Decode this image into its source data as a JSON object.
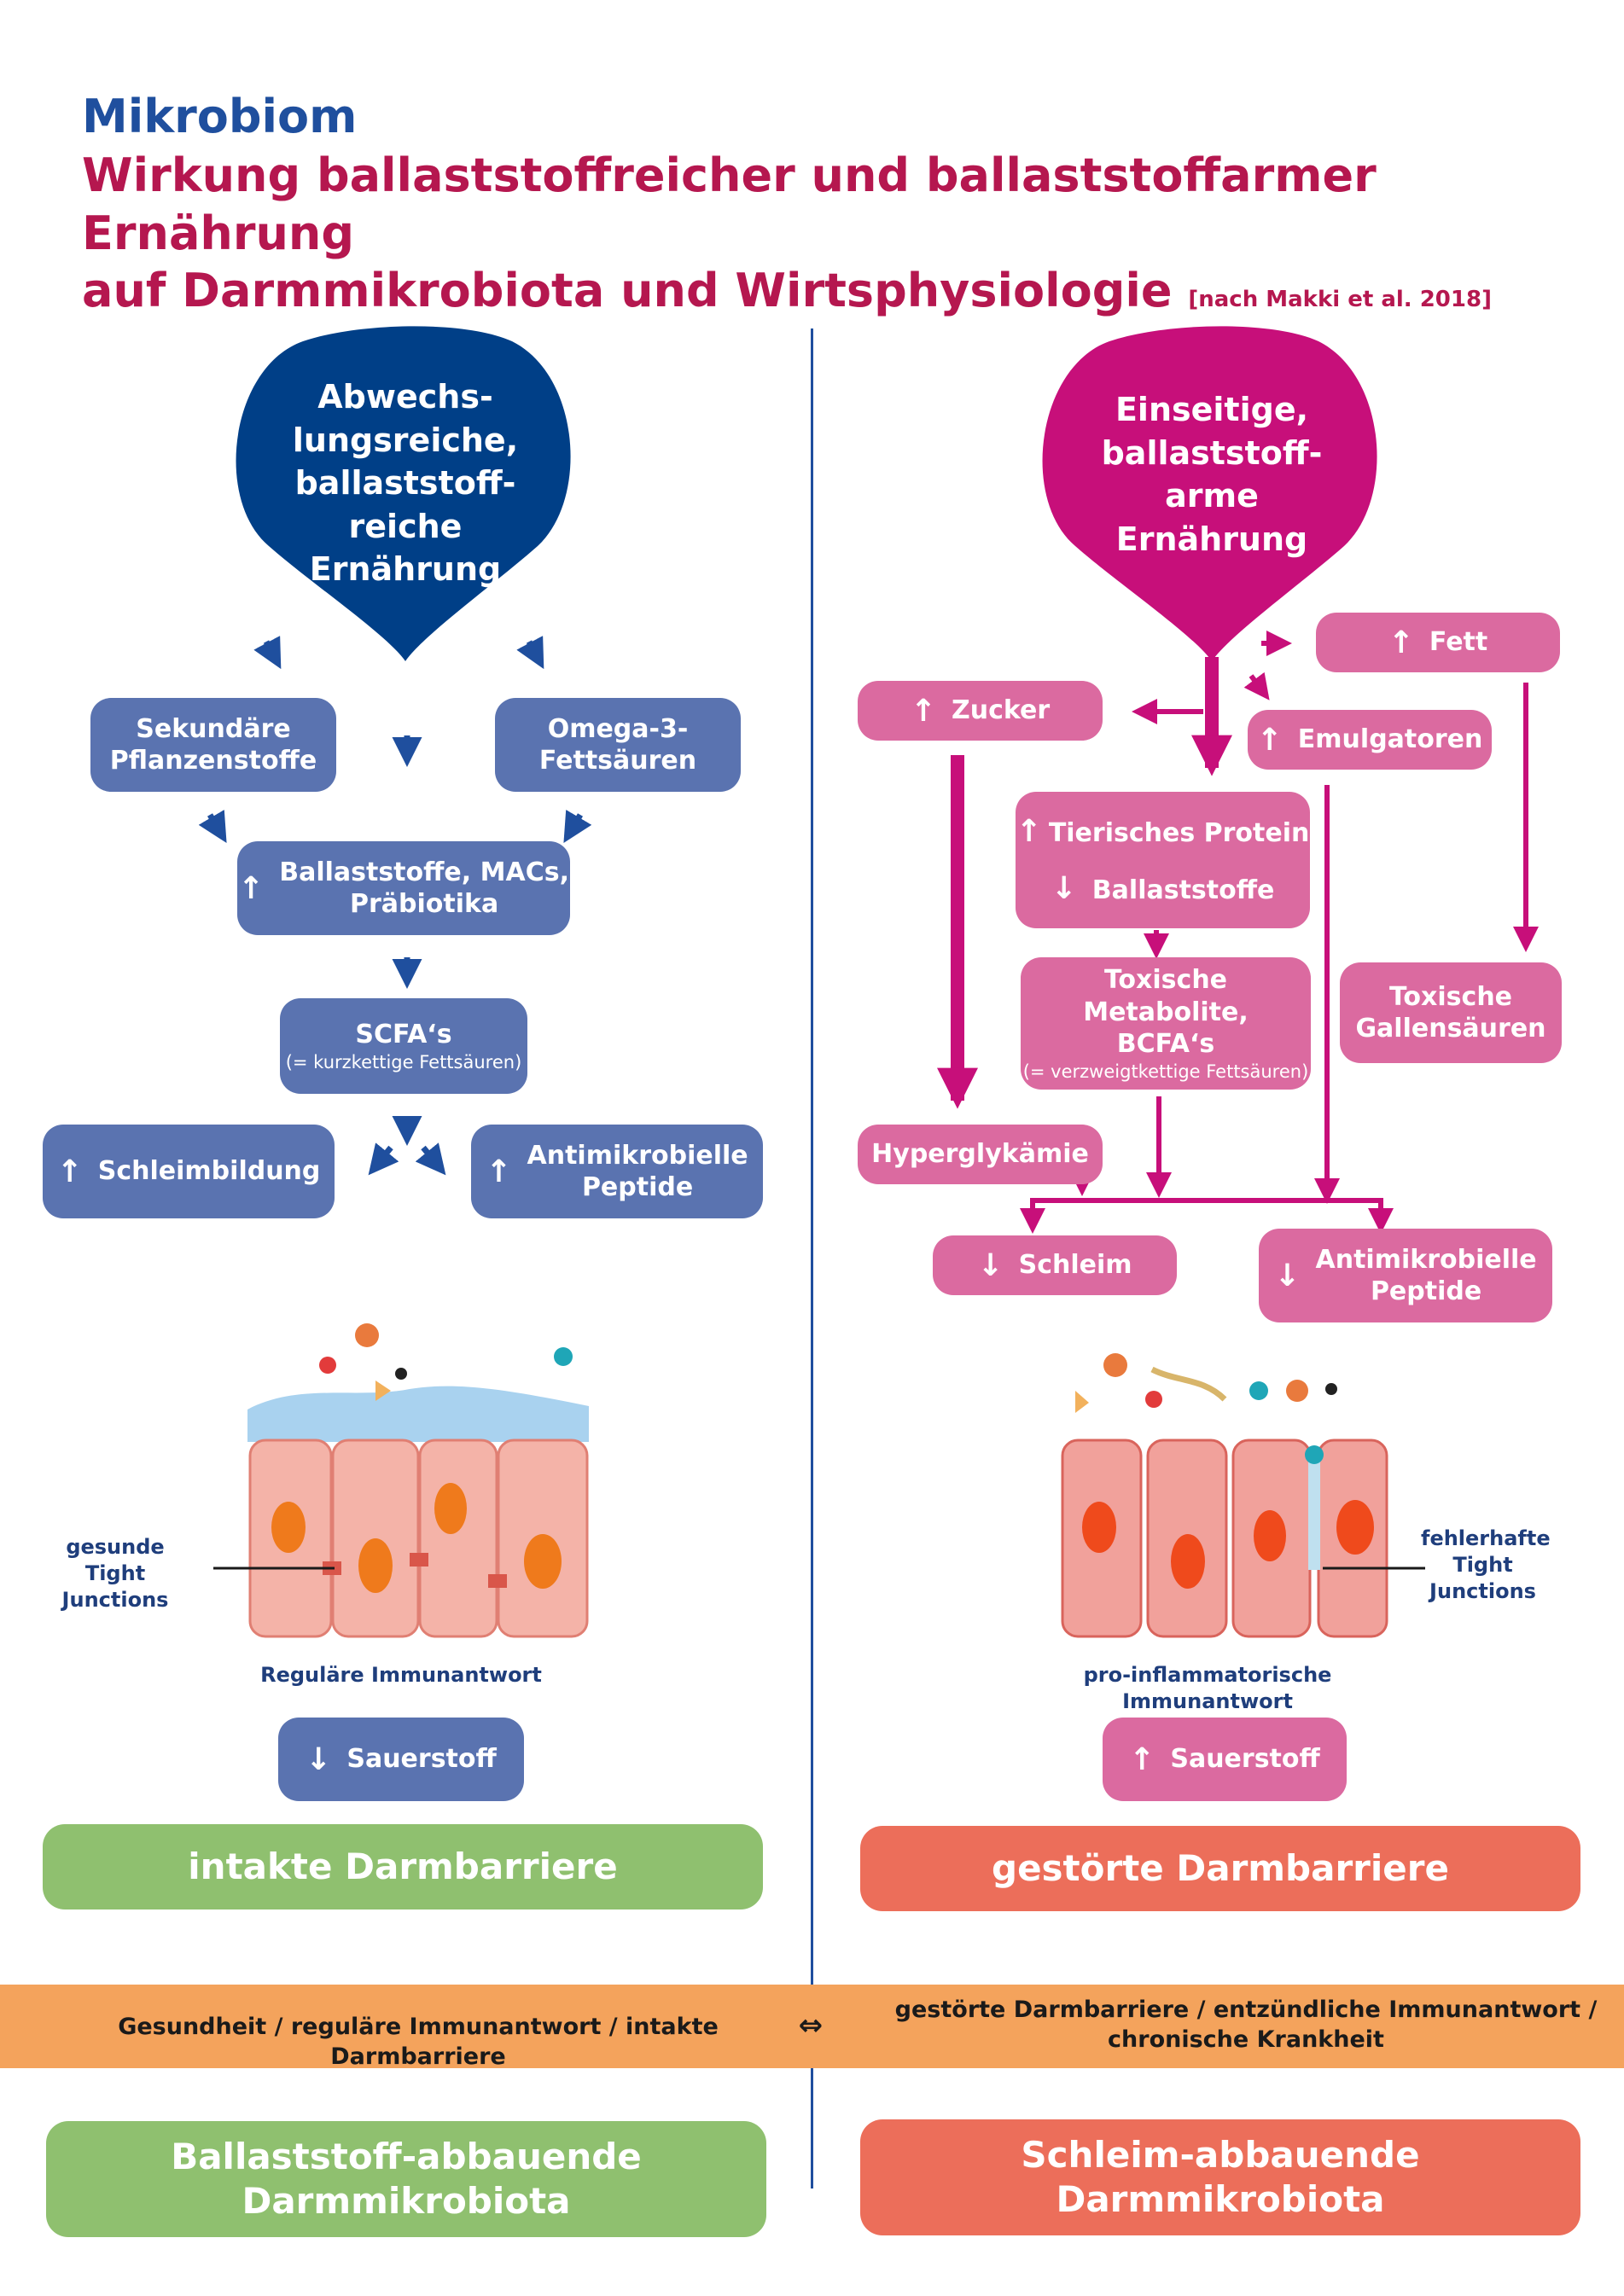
{
  "title": {
    "line1": "Mikrobiom",
    "line2": "Wirkung ballaststoffreicher und ballaststoffarmer Ernährung",
    "line3": "auf Darmmikrobiota und Wirtsphysiologie",
    "citation": "[nach Makki et al. 2018]"
  },
  "left": {
    "drop_lines": [
      "Abwechs-",
      "lungsreiche,",
      "ballaststoff-",
      "reiche",
      "Ernährung"
    ],
    "sekundaere": [
      "Sekundäre",
      "Pflanzenstoffe"
    ],
    "omega": [
      "Omega-3-",
      "Fettsäuren"
    ],
    "ballast": [
      "Ballaststoffe, MACs,",
      "Präbiotika"
    ],
    "scfa_title": "SCFA‘s",
    "scfa_sub": "(= kurzkettige Fettsäuren)",
    "schleim": "Schleimbildung",
    "peptide": [
      "Antimikrobielle",
      "Peptide"
    ],
    "tight_label": [
      "gesunde Tight",
      "Junctions"
    ],
    "immune": "Reguläre Immunantwort",
    "sauerstoff": "Sauerstoff",
    "barrier": "intakte Darmbarriere",
    "microbiota": [
      "Ballaststoff-abbauende",
      "Darmmikrobiota"
    ]
  },
  "right": {
    "drop_lines": [
      "Einseitige,",
      "ballaststoff-",
      "arme",
      "Ernährung"
    ],
    "fett": "Fett",
    "zucker": "Zucker",
    "emulgatoren": "Emulgatoren",
    "tierisch": "Tierisches Protein",
    "ballast": "Ballaststoffe",
    "toxmet_lines": [
      "Toxische Metabolite,",
      "BCFA‘s"
    ],
    "toxmet_sub": "(= verzweigtkettige Fettsäuren)",
    "gallen": [
      "Toxische",
      "Gallensäuren"
    ],
    "hyper": "Hyperglykämie",
    "schleim": "Schleim",
    "peptide": [
      "Antimikrobielle",
      "Peptide"
    ],
    "tight_label": [
      "fehlerhafte",
      "Tight",
      "Junctions"
    ],
    "immune": "pro-inflammatorische Immunantwort",
    "sauerstoff": "Sauerstoff",
    "barrier": "gestörte Darmbarriere",
    "microbiota": [
      "Schleim-abbauende",
      "Darmmikrobiota"
    ]
  },
  "band": {
    "left": "Gesundheit / reguläre Immunantwort / intakte Darmbarriere",
    "symbol": "⇔",
    "right": [
      "gestörte Darmbarriere / entzündliche Immunantwort /",
      "chronische Krankheit"
    ]
  },
  "colors": {
    "navy": "#003f87",
    "blue_box": "#5a73b0",
    "magenta": "#c70f7a",
    "pink_box": "#db6aa0",
    "green": "#8fc06f",
    "red": "#ec6e5a",
    "band": "#f4a35c",
    "title_blue": "#1f4f9e",
    "title_red": "#b5174f"
  }
}
